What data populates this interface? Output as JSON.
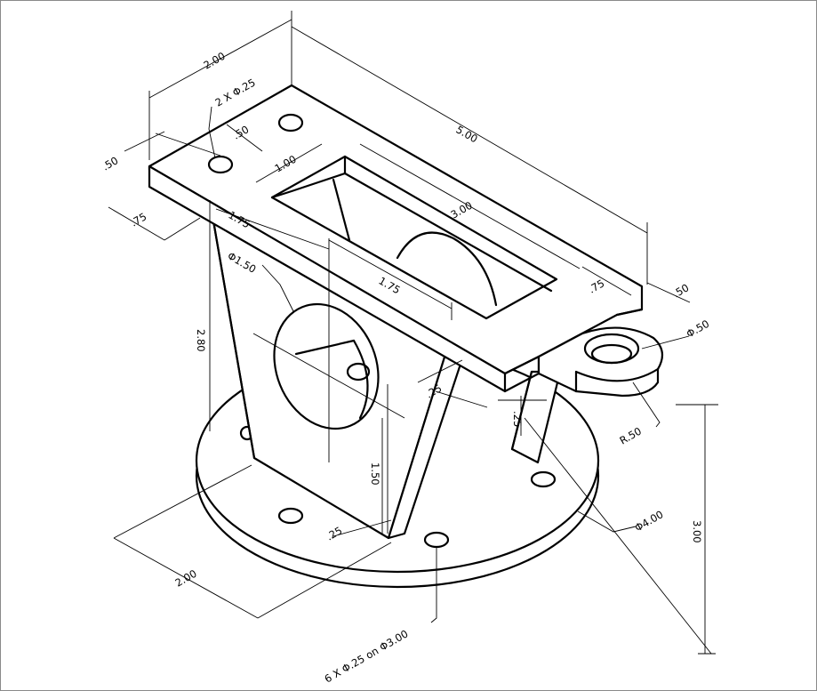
{
  "dimensions": {
    "overall_width": "2.00",
    "holes_top": "2 X Φ.25",
    "hole_offset": ".50",
    "edge_offset": ".50",
    "edge_75": ".75",
    "overall_length": "5.00",
    "slot_width": "1.00",
    "slot_length": "3.00",
    "ear_offset": ".75",
    "ear_width": ".50",
    "ear_hole": "Φ.50",
    "ear_radius": "R.50",
    "plate_to_bore": "1.75",
    "bore_offset": "1.75",
    "bore_diameter": "Φ1.50",
    "upright_height": "2.80",
    "rib_width": ".25",
    "plate_thickness": ".25",
    "rib_height": "1.50",
    "rib_thickness": ".25",
    "base_width": "2.00",
    "base_diameter": "Φ4.00",
    "total_height": "3.00",
    "bolt_pattern": "6 X Φ.25 on Φ3.00"
  }
}
